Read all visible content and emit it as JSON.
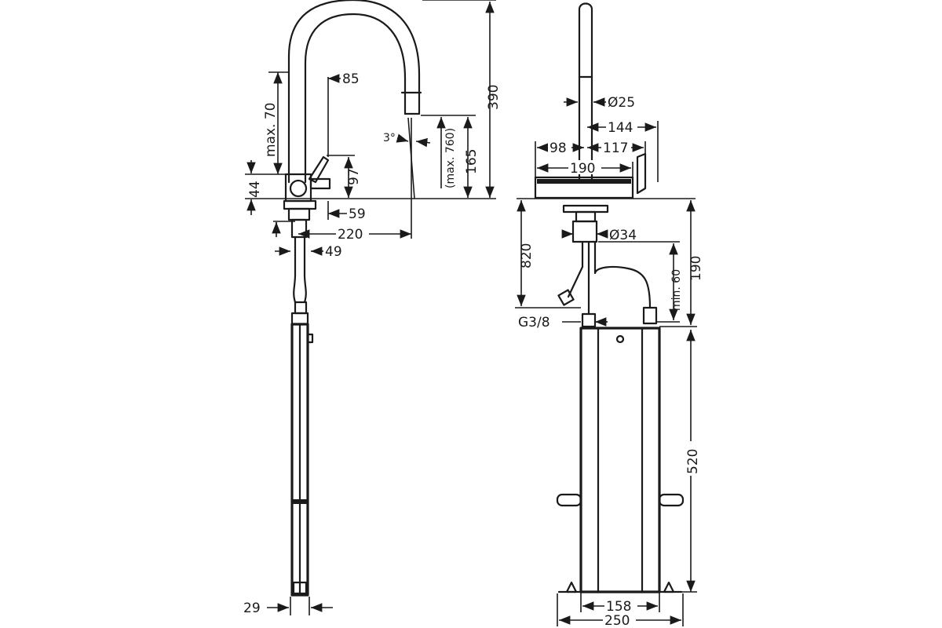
{
  "labels": {
    "max70": "max. 70",
    "d85": "85",
    "d390": "390",
    "d3deg": "3°",
    "max760": "(max. 760)",
    "d165": "165",
    "d97": "97",
    "d44": "44",
    "d59": "59",
    "d220": "220",
    "d49": "49",
    "d29": "29",
    "dia25": "Ø25",
    "d144": "144",
    "d98": "98",
    "d117": "117",
    "d190top": "190",
    "d820": "820",
    "dia34": "Ø34",
    "min60": "min. 60",
    "d190right": "190",
    "g38": "G3/8",
    "d520": "520",
    "d158": "158",
    "d250": "250"
  }
}
